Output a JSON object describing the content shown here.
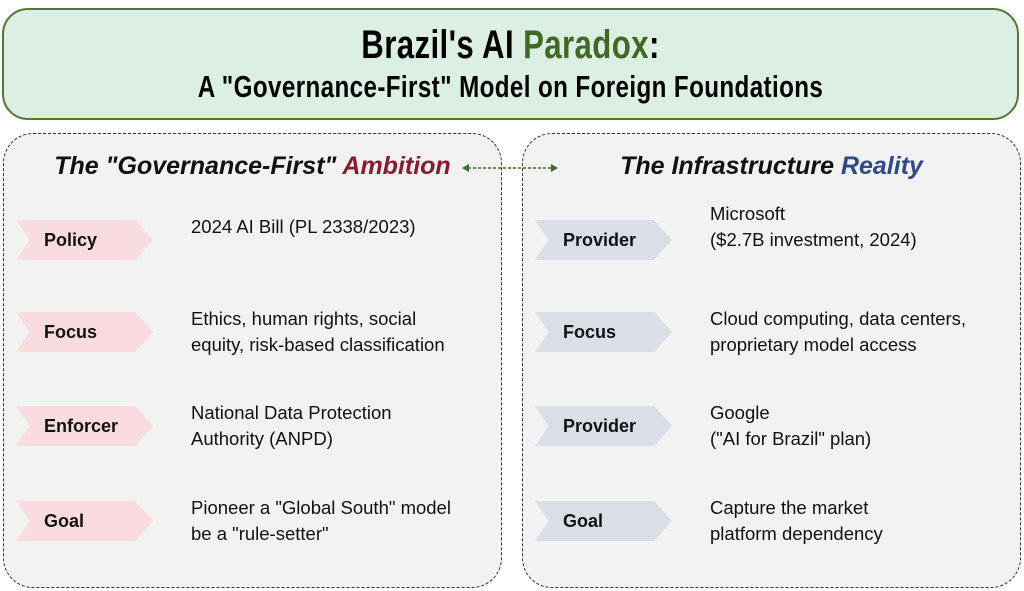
{
  "title": {
    "line1_a": "Brazil's AI ",
    "line1_b": "Paradox",
    "line1_c": ":",
    "line2": "A \"Governance-First\" Model on Foreign Foundations"
  },
  "left": {
    "heading_a": "The \"Governance-First\" ",
    "heading_b": "Ambition",
    "rows": [
      {
        "label": "Policy",
        "text": "2024 AI Bill (PL 2338/2023)"
      },
      {
        "label": "Focus",
        "text": "Ethics, human rights, social\nequity, risk-based classification"
      },
      {
        "label": "Enforcer",
        "text": "National Data Protection\nAuthority (ANPD)"
      },
      {
        "label": "Goal",
        "text": "Pioneer a \"Global South\" model\nbe a \"rule-setter\""
      }
    ]
  },
  "right": {
    "heading_a": "The Infrastructure ",
    "heading_b": "Reality",
    "rows": [
      {
        "label": "Provider",
        "text": "Microsoft\n ($2.7B investment, 2024)"
      },
      {
        "label": "Focus",
        "text": "Cloud computing, data centers,\nproprietary model access"
      },
      {
        "label": "Provider",
        "text": "Google\n (\"AI for Brazil\" plan)"
      },
      {
        "label": "Goal",
        "text": "Capture the market\nplatform dependency"
      }
    ]
  },
  "colors": {
    "green": "#3f6a26",
    "red": "#8b1a2b",
    "blue": "#2e4a87",
    "pink": "#f9dbe0",
    "grey": "#d9dee7"
  }
}
